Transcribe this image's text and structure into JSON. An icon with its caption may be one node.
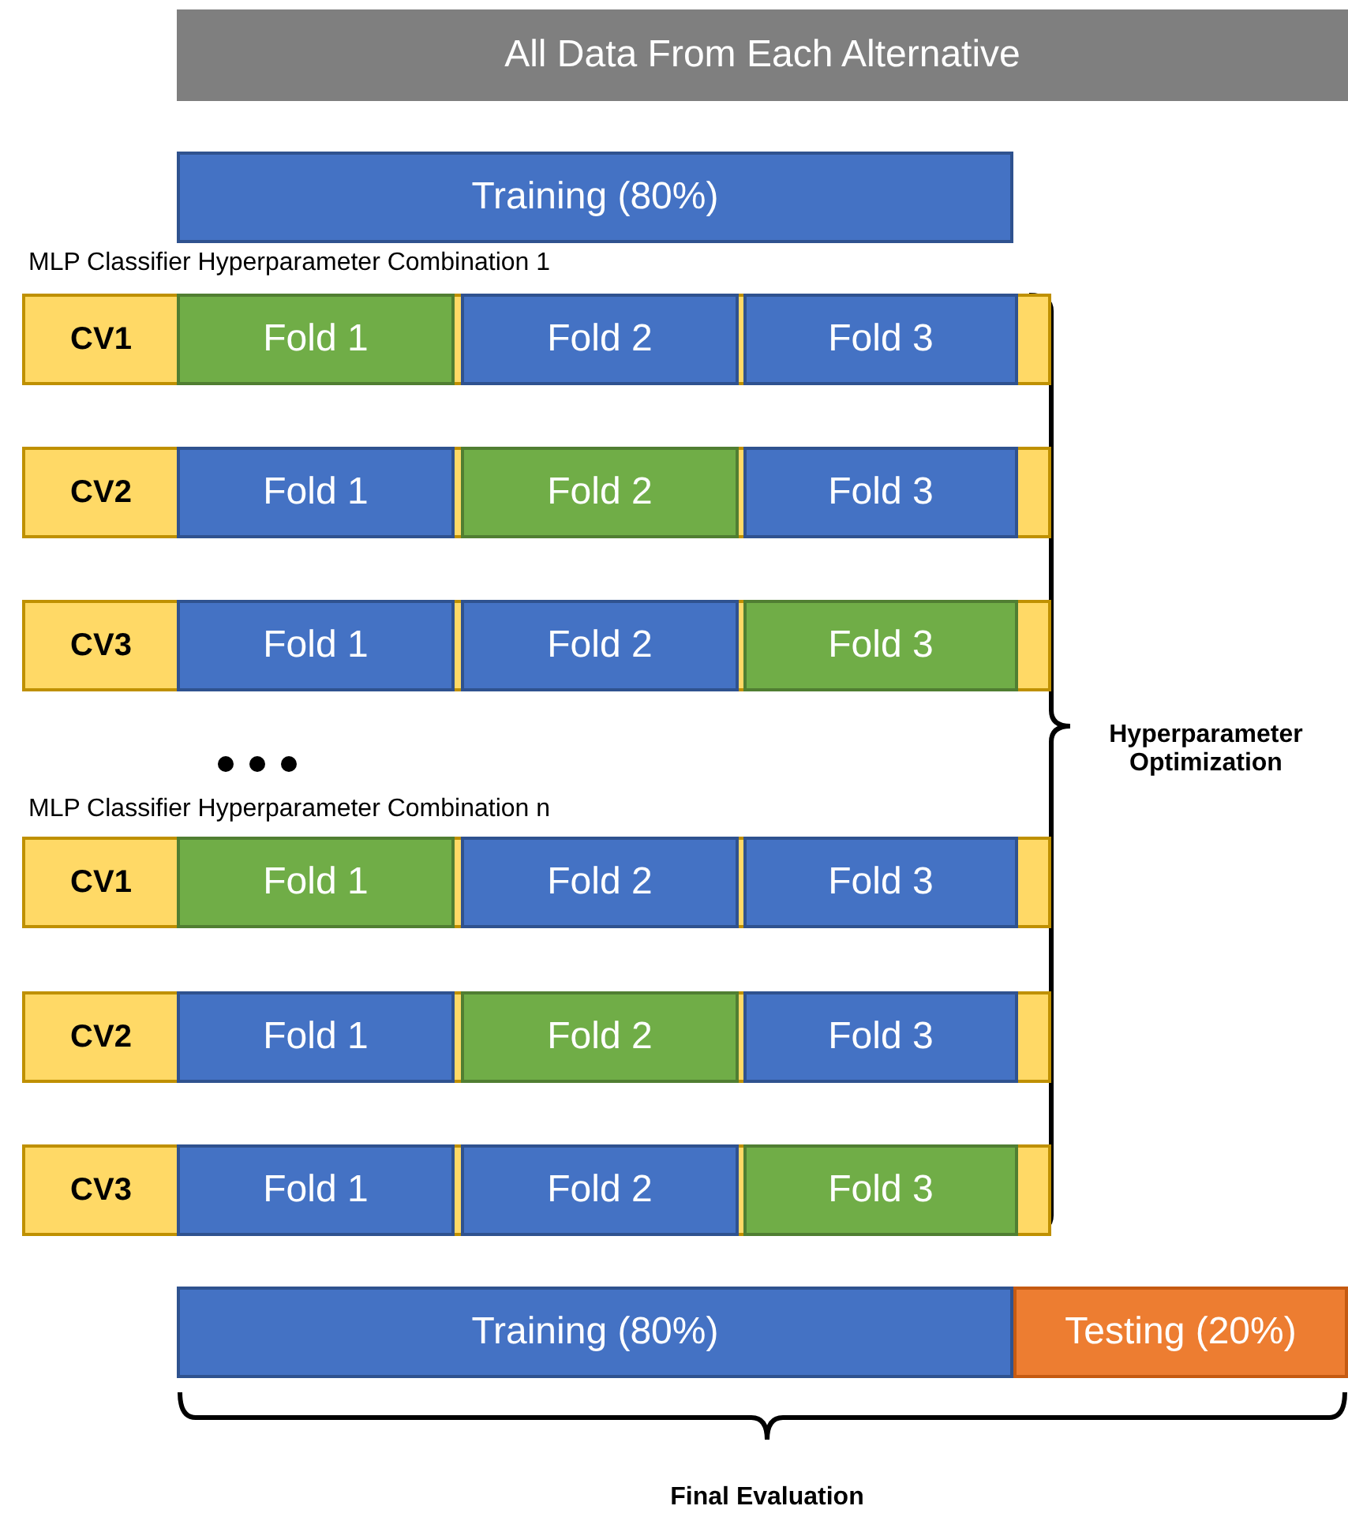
{
  "diagram": {
    "nodes": [
      {
        "text": [
          "All Data From Each Alternative"
        ]
      },
      {
        "text": [
          "Training (80%)"
        ]
      },
      {
        "text": [
          "CV1"
        ]
      },
      {
        "text": [
          "Fold 1"
        ],
        "in": 2
      },
      {
        "text": [
          "Fold 2"
        ],
        "in": 2
      },
      {
        "text": [
          "Fold 3"
        ],
        "in": 2
      },
      {
        "text": [
          "CV2"
        ]
      },
      {
        "text": [
          "Fold 1"
        ],
        "in": 6
      },
      {
        "text": [
          "Fold 2"
        ],
        "in": 6
      },
      {
        "text": [
          "Fold 3"
        ],
        "in": 6
      },
      {
        "text": [
          "CV3"
        ]
      },
      {
        "text": [
          "Fold 1"
        ],
        "in": 10
      },
      {
        "text": [
          "Fold 2"
        ],
        "in": 10
      },
      {
        "text": [
          "Fold 3"
        ],
        "in": 10
      },
      {
        "text": [
          "CV1"
        ]
      },
      {
        "text": [
          "Fold 1"
        ],
        "in": 14
      },
      {
        "text": [
          "Fold 2"
        ],
        "in": 14
      },
      {
        "text": [
          "Fold 3"
        ],
        "in": 14
      },
      {
        "text": [
          "CV2"
        ]
      },
      {
        "text": [
          "Fold 1"
        ],
        "in": 18
      },
      {
        "text": [
          "Fold 2"
        ],
        "in": 18
      },
      {
        "text": [
          "Fold 3"
        ],
        "in": 18
      },
      {
        "text": [
          "CV3"
        ]
      },
      {
        "text": [
          "Fold 1"
        ],
        "in": 22
      },
      {
        "text": [
          "Fold 2"
        ],
        "in": 22
      },
      {
        "text": [
          "Fold 3"
        ],
        "in": 22
      },
      {
        "text": [
          "Training (80%)"
        ]
      },
      {
        "text": [
          "Testing (20%)"
        ]
      }
    ],
    "labels": [
      "MLP Classifier Hyperparameter Combination 1",
      "MLP Classifier Hyperparameter Combination n",
      "Hyperparameter Optimization",
      "Final Evaluation"
    ]
  }
}
